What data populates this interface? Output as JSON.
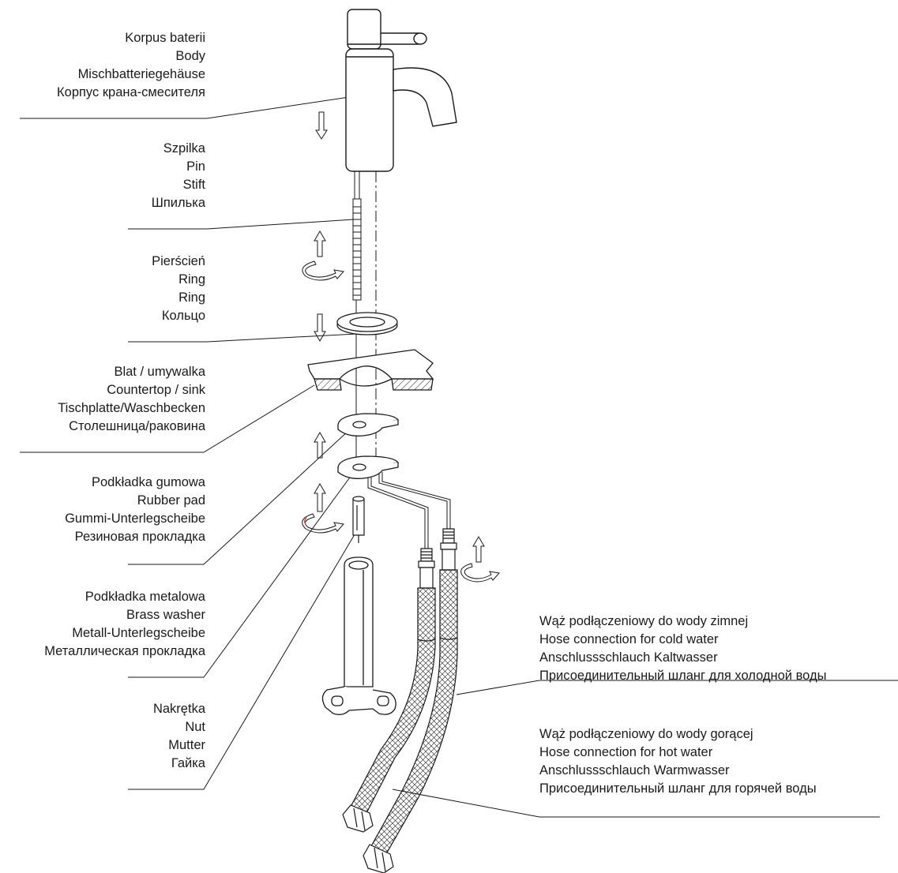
{
  "labels": {
    "body": [
      "Korpus baterii",
      "Body",
      "Mischbatteriegehäuse",
      "Корпус крана-смесителя"
    ],
    "pin": [
      "Szpilka",
      "Pin",
      "Stift",
      "Шпилька"
    ],
    "ring": [
      "Pierścień",
      "Ring",
      "Ring",
      "Кольцо"
    ],
    "countertop": [
      "Blat / umywalka",
      "Countertop / sink",
      "Tischplatte/Waschbecken",
      "Столешница/раковина"
    ],
    "rubber_pad": [
      "Podkładka gumowa",
      "Rubber pad",
      "Gummi-Unterlegscheibe",
      "Резиновая прокладка"
    ],
    "brass_washer": [
      "Podkładka metalowa",
      "Brass washer",
      "Metall-Unterlegscheibe",
      "Металлическая прокладка"
    ],
    "nut": [
      "Nakrętka",
      "Nut",
      "Mutter",
      "Гайка"
    ],
    "cold_hose": [
      "Wąż podłączeniowy do wody zimnej",
      "Hose connection for cold water",
      "Anschlussschlauch Kaltwasser",
      "Присоединительный шланг для холодной воды"
    ],
    "hot_hose": [
      "Wąż podłączeniowy do wody gorącej",
      "Hose connection for hot water",
      "Anschlussschlauch Warmwasser",
      "Присоединительный шланг для горячей воды"
    ]
  },
  "colors": {
    "line": "#1a1a1a",
    "accent": "#e8402a"
  }
}
